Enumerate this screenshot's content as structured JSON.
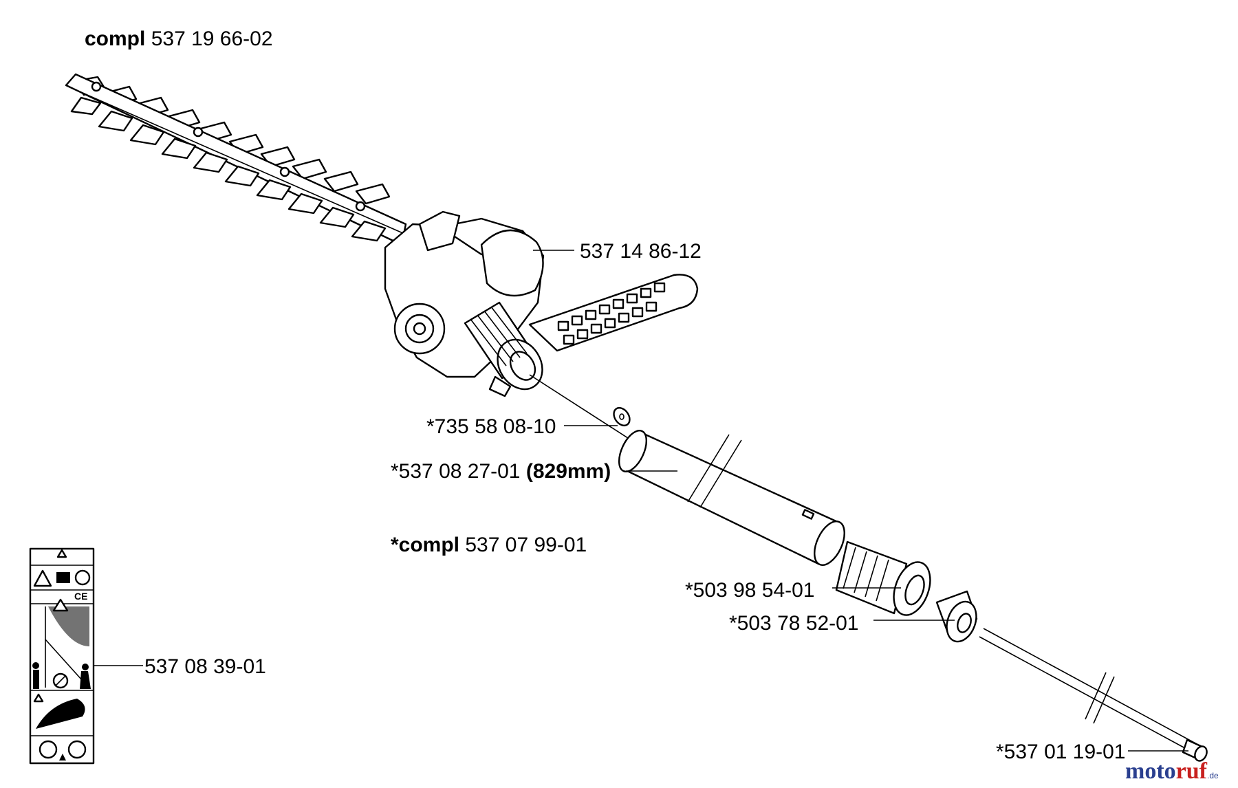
{
  "labels": {
    "assembly": {
      "bold": "compl",
      "number": "537 19 66-02"
    },
    "gearbox": "537 14 86-12",
    "washer": "*735 58 08-10",
    "tube": {
      "number": "*537 08 27-01",
      "bold": "(829mm)"
    },
    "kit": {
      "bold": "*compl",
      "number": "537 07 99-01"
    },
    "bushing": "*503 98 54-01",
    "ring": "*503 78 52-01",
    "decal": "537 08 39-01",
    "shaft": "*537 01 19-01"
  },
  "watermark": {
    "part1": "moto",
    "part2": "ruf",
    "suffix": ".de"
  }
}
